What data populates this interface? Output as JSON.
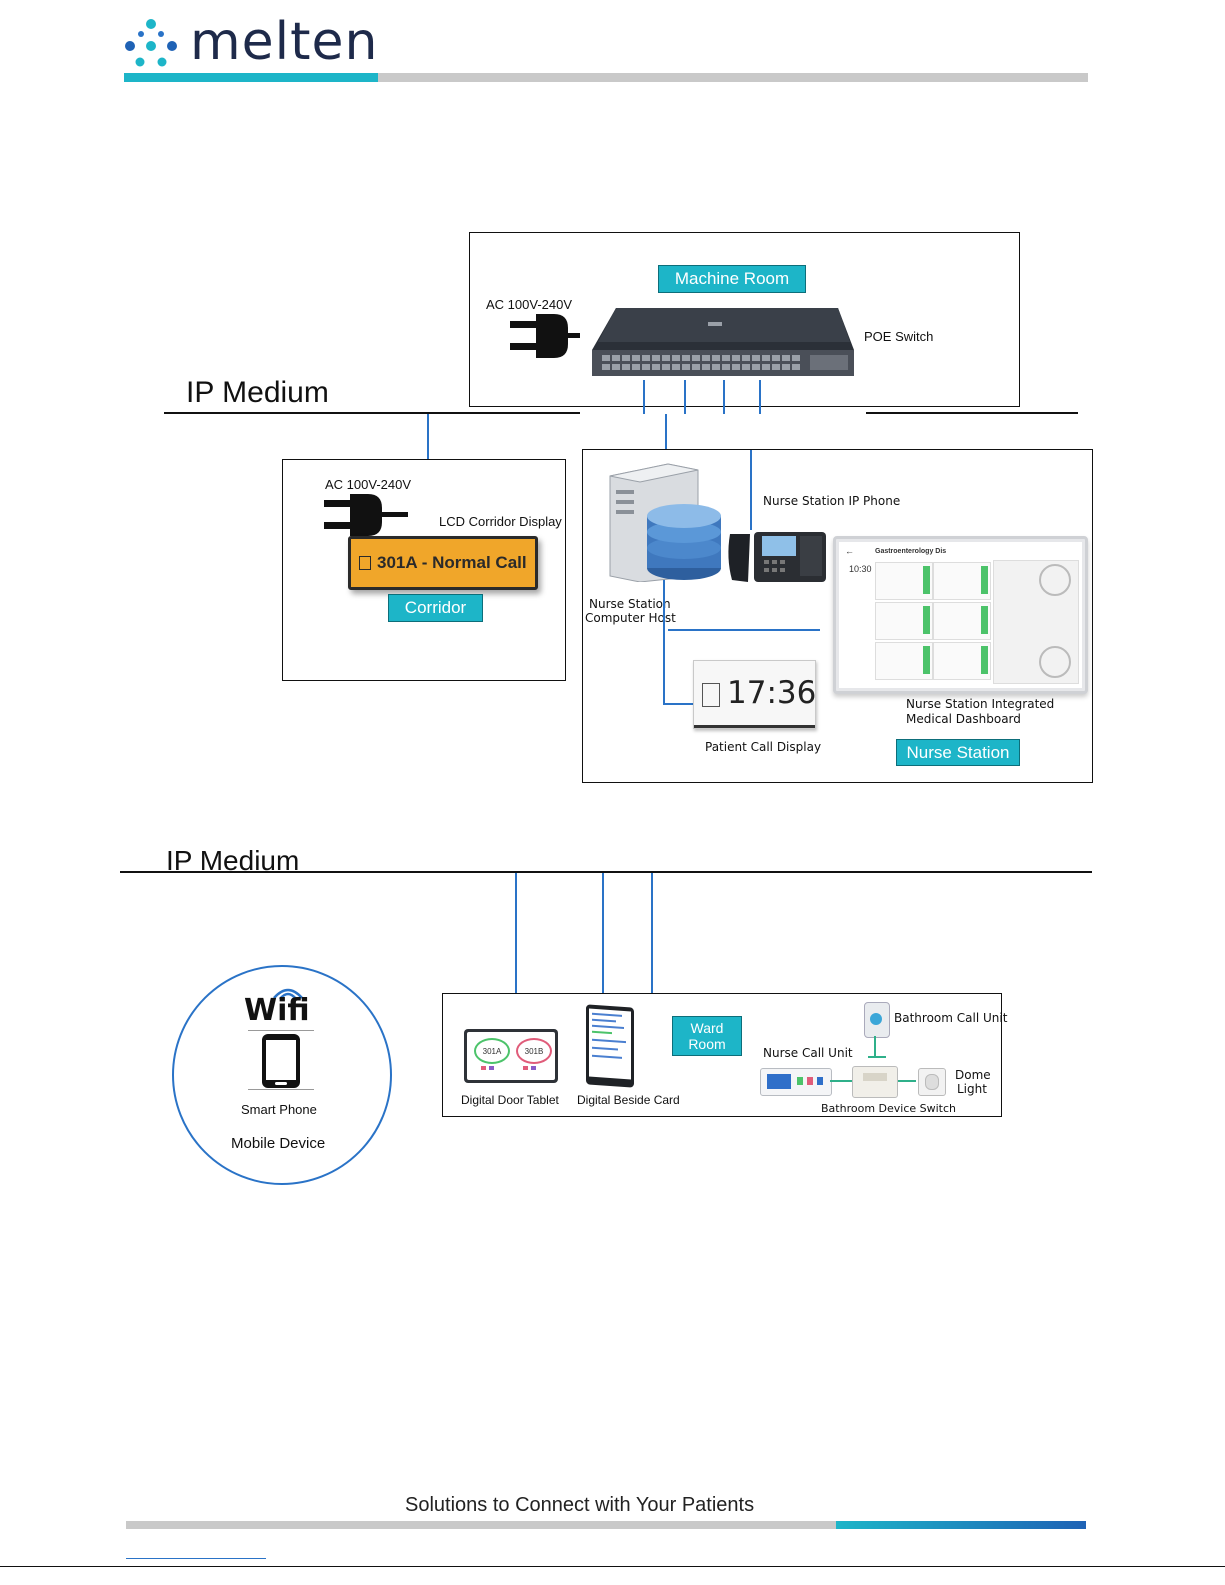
{
  "header": {
    "brand": "melten",
    "colors": {
      "brand_teal": "#1db5c8",
      "bar_grey": "#c9c9c9",
      "bar_blue": "#1f62b5",
      "line_blue": "#2a73c7"
    }
  },
  "medium_top": {
    "label": "IP Medium"
  },
  "machine_room": {
    "title": "Machine Room",
    "power_label": "AC 100V-240V",
    "switch_label": "POE Switch"
  },
  "corridor": {
    "title": "Corridor",
    "power_label": "AC 100V-240V",
    "display_label": "LCD Corridor Display",
    "display_text": "301A - Normal Call"
  },
  "nurse_station": {
    "title": "Nurse Station",
    "phone_label": "Nurse Station IP Phone",
    "host_label_1": "Nurse Station",
    "host_label_2": "Computer Host",
    "patient_display_label": "Patient Call Display",
    "clock_text": "17:36",
    "dashboard_label_1": "Nurse Station Integrated",
    "dashboard_label_2": "Medical Dashboard",
    "dashboard_header": "Gastroenterology Dis",
    "dashboard_time": "10:30"
  },
  "medium_bottom": {
    "label": "IP Medium"
  },
  "mobile": {
    "wifi_text": "Wifi",
    "phone_label": "Smart Phone",
    "device_label": "Mobile Device"
  },
  "ward_room": {
    "title_1": "Ward",
    "title_2": "Room",
    "door_tablet_label": "Digital Door Tablet",
    "door_tablet_room_a": "301A",
    "door_tablet_room_b": "301B",
    "bedside_card_label": "Digital Beside Card",
    "nurse_call_unit_label": "Nurse Call Unit",
    "bathroom_call_unit_label": "Bathroom Call Unit",
    "dome_light_label_1": "Dome",
    "dome_light_label_2": "Light",
    "bathroom_switch_label": "Bathroom Device Switch"
  },
  "footer": {
    "tagline": "Solutions to Connect with Your Patients"
  }
}
